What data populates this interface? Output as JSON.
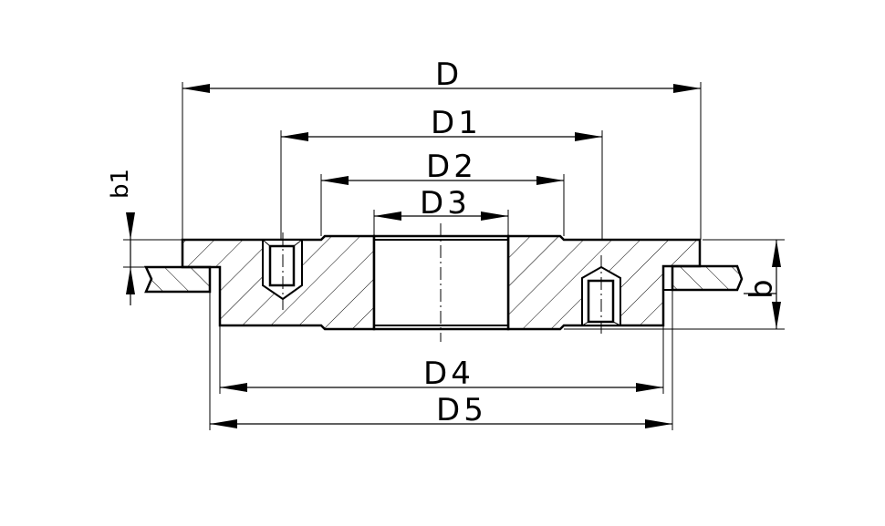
{
  "drawing": {
    "labels": {
      "D": "D",
      "D1": {
        "main": "D",
        "sub": "1"
      },
      "D2": {
        "main": "D",
        "sub": "2"
      },
      "D3": {
        "main": "D",
        "sub": "3"
      },
      "D4": {
        "main": "D",
        "sub": "4"
      },
      "D5": {
        "main": "D",
        "sub": "5"
      },
      "b": "b",
      "b1": "b1"
    },
    "colors": {
      "line": "#000000",
      "background": "#ffffff"
    }
  }
}
